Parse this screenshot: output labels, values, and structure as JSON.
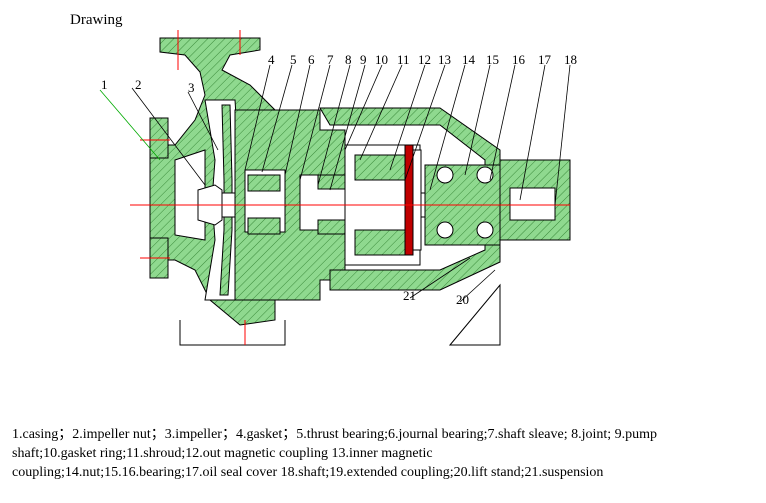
{
  "title": "Drawing",
  "callouts": [
    "1",
    "2",
    "3",
    "4",
    "5",
    "6",
    "7",
    "8",
    "9",
    "10",
    "11",
    "12",
    "13",
    "14",
    "15",
    "16",
    "17",
    "18",
    "21",
    "20"
  ],
  "caption": [
    "1.casing；2.impeller nut；3.impeller；4.gasket；5.thrust bearing;6.journal bearing;7.shaft sleave; 8.joint; 9.pump",
    "shaft;10.gasket ring;11.shroud;12.out magnetic coupling 13.inner magnetic",
    "coupling;14.nut;15.16.bearing;17.oil seal cover 18.shaft;19.extended coupling;20.lift stand;21.suspension"
  ],
  "colors": {
    "hatch": "#7ccf7c",
    "line": "#000000",
    "center": "#ff0000",
    "leader": "#00aa00",
    "magnet": "#c00000"
  }
}
